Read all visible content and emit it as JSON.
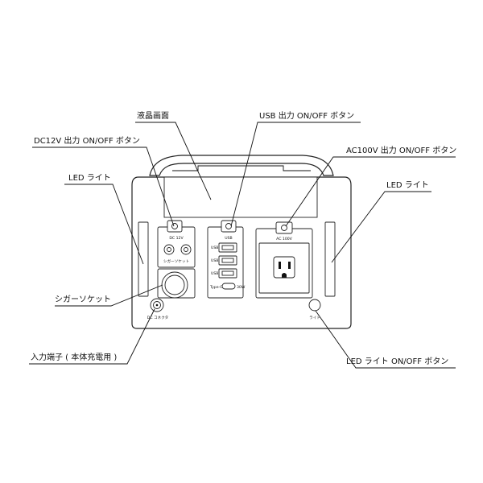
{
  "labels": {
    "lcd_screen": "液晶画面",
    "usb_button": "USB 出力 ON/OFF ボタン",
    "dc12v_button": "DC12V 出力 ON/OFF ボタン",
    "ac100v_button": "AC100V 出力 ON/OFF ボタン",
    "led_light_left": "LED ライト",
    "led_light_right": "LED ライト",
    "cigar_socket": "シガーソケット",
    "input_terminal": "入力端子 ( 本体充電用 )",
    "led_button": "LED ライト ON/OFF ボタン"
  },
  "panel_text": {
    "dc_12v": "DC 12V",
    "cigar_socket_small": "シガーソケット",
    "usb": "USB",
    "usb_port_1": "USB 5V",
    "usb_port_2": "USB 5V",
    "usb_port_3": "USB 5V",
    "typec_label": "Type-C PD",
    "typec_power": "30W",
    "ac_100v": "AC 100V",
    "dc_connector": "DC コネクタ",
    "light": "ライト"
  }
}
